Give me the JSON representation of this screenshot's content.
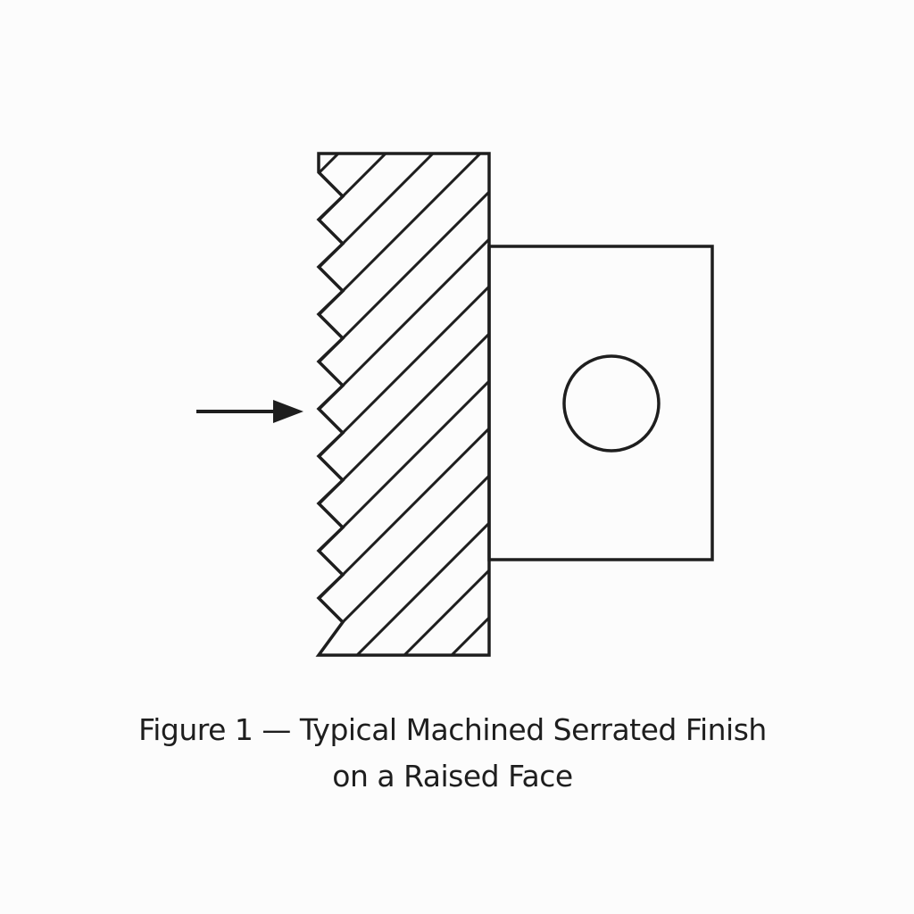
{
  "figure": {
    "caption_line1": "Figure 1 — Typical Machined Serrated Finish",
    "caption_line2": "on a Raised Face",
    "stroke_color": "#1e1e1e",
    "background": "#fcfcfc",
    "serration_count": 10
  }
}
